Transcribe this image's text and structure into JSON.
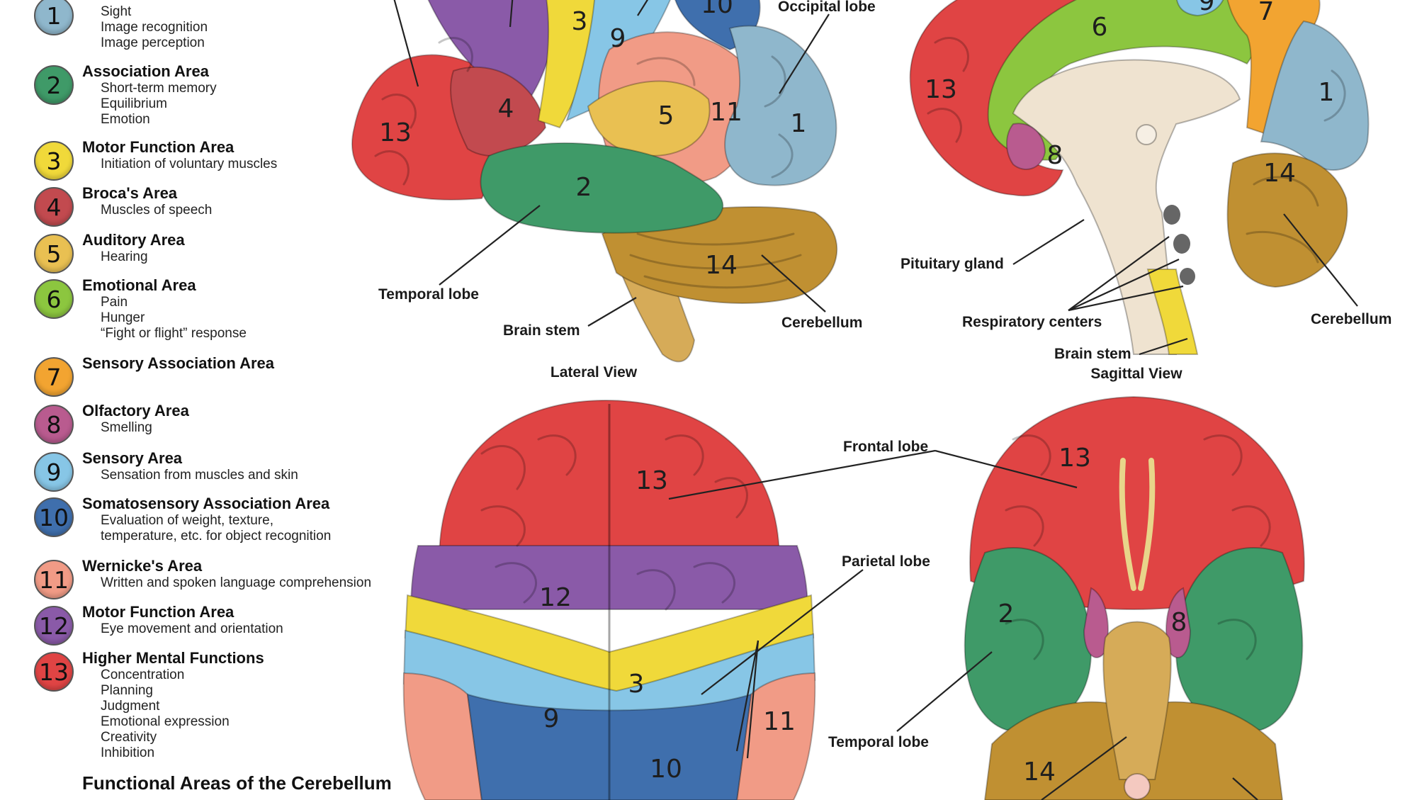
{
  "colors": {
    "1": "#8fb7cc",
    "2": "#3f9a68",
    "3": "#f0d93a",
    "4": "#c24a4f",
    "5": "#e9c052",
    "6": "#8cc63f",
    "7": "#f2a431",
    "8": "#b95b8f",
    "9": "#87c6e6",
    "10": "#3f6fad",
    "11": "#f19b86",
    "12": "#8a5aa8",
    "13": "#e04444",
    "14": "#c09032",
    "stem": "#d6ab58",
    "inner": "#efe3d0"
  },
  "legend": [
    {
      "num": "1",
      "title": "Visual Area:",
      "lines": [
        "Sight",
        "Image recognition",
        "Image perception"
      ]
    },
    {
      "num": "2",
      "title": "Association Area",
      "lines": [
        "Short-term memory",
        "Equilibrium",
        "Emotion"
      ]
    },
    {
      "num": "3",
      "title": "Motor Function Area",
      "lines": [
        "Initiation of voluntary muscles"
      ]
    },
    {
      "num": "4",
      "title": "Broca's Area",
      "lines": [
        "Muscles of speech"
      ]
    },
    {
      "num": "5",
      "title": "Auditory Area",
      "lines": [
        "Hearing"
      ]
    },
    {
      "num": "6",
      "title": "Emotional Area",
      "lines": [
        "Pain",
        "Hunger",
        "“Fight or flight” response"
      ]
    },
    {
      "num": "7",
      "title": "Sensory Association Area",
      "lines": []
    },
    {
      "num": "8",
      "title": "Olfactory Area",
      "lines": [
        "Smelling"
      ]
    },
    {
      "num": "9",
      "title": "Sensory Area",
      "lines": [
        "Sensation from muscles and skin"
      ]
    },
    {
      "num": "10",
      "title": "Somatosensory Association Area",
      "lines": [
        "Evaluation of weight, texture,",
        "temperature, etc. for object recognition"
      ]
    },
    {
      "num": "11",
      "title": "Wernicke's Area",
      "lines": [
        "Written and spoken language comprehension"
      ]
    },
    {
      "num": "12",
      "title": "Motor Function Area",
      "lines": [
        "Eye movement and orientation"
      ]
    },
    {
      "num": "13",
      "title": "Higher Mental Functions",
      "lines": [
        "Concentration",
        "Planning",
        "Judgment",
        "Emotional expression",
        "Creativity",
        "Inhibition"
      ]
    }
  ],
  "footer_title": "Functional Areas of the Cerebellum",
  "labels": {
    "occipital_lobe": "Occipital lobe",
    "temporal_lobe": "Temporal lobe",
    "brain_stem": "Brain stem",
    "cerebellum": "Cerebellum",
    "pituitary_gland": "Pituitary gland",
    "respiratory_centers": "Respiratory centers",
    "frontal_lobe": "Frontal lobe",
    "parietal_lobe": "Parietal lobe"
  },
  "views": {
    "lateral": "Lateral View",
    "sagittal": "Sagittal View"
  }
}
